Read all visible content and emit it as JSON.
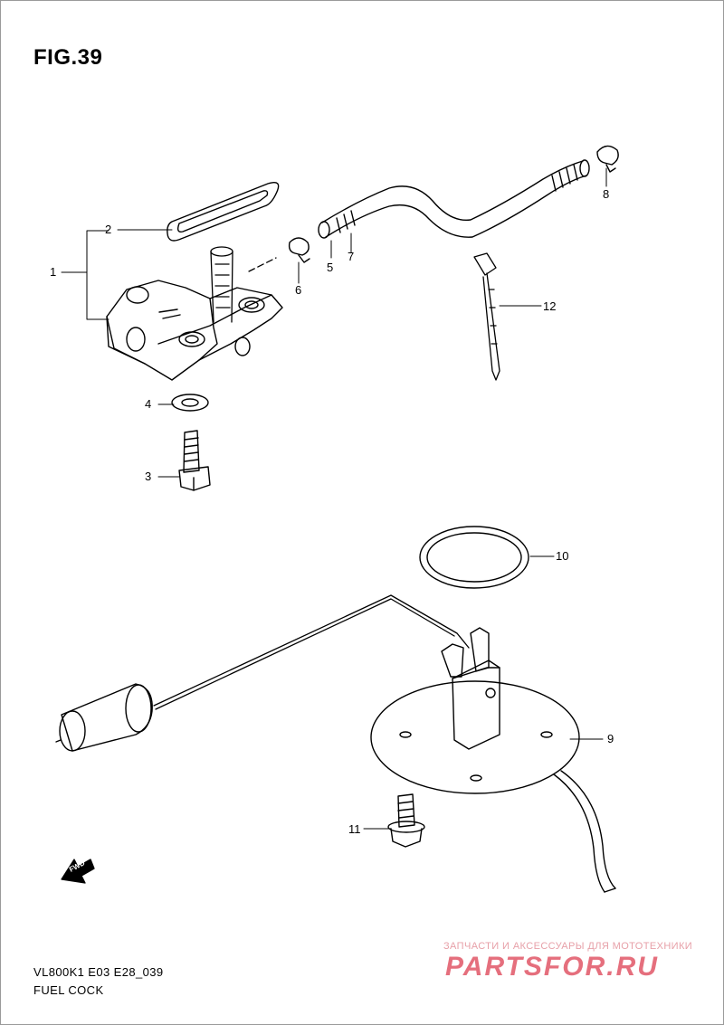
{
  "figure": {
    "title": "FIG.39"
  },
  "callouts": {
    "c1": "1",
    "c2": "2",
    "c3": "3",
    "c4": "4",
    "c5": "5",
    "c6": "6",
    "c7": "7",
    "c8": "8",
    "c9": "9",
    "c10": "10",
    "c11": "11",
    "c12": "12"
  },
  "fwd_arrow": {
    "label": "FWD"
  },
  "footer": {
    "model_code": "VL800K1 E03 E28_039",
    "caption": "FUEL COCK"
  },
  "watermark": {
    "tagline": "ЗАПЧАСТИ И АКСЕССУАРЫ ДЛЯ МОТОТЕХНИКИ",
    "brand": "PARTSFOR.RU"
  }
}
